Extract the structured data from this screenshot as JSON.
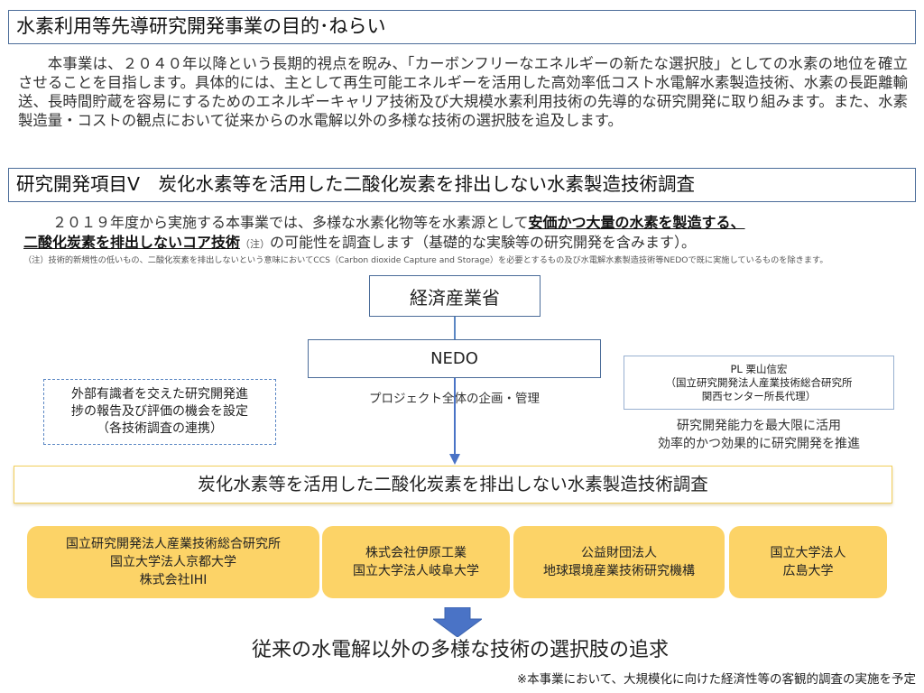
{
  "section1": {
    "title": "水素利用等先導研究開発事業の目的･ねらい",
    "paragraph": "本事業は、２０４０年以降という長期的視点を睨み、「カーボンフリーなエネルギーの新たな選択肢」としての水素の地位を確立させることを目指します。具体的には、主として再生可能エネルギーを活用した高効率低コスト水電解水素製造技術、水素の長距離輸送、長時間貯蔵を容易にするためのエネルギーキャリア技術及び大規模水素利用技術の先導的な研究開発に取り組みます。また、水素製造量・コストの観点において従来からの水電解以外の多様な技術の選択肢を追及します。"
  },
  "section2": {
    "title": "研究開発項目Ⅴ　炭化水素等を活用した二酸化炭素を排出しない水素製造技術調査",
    "para_line1_plain": "２０１９年度から実施する本事業では、多様な水素化物等を水素源として",
    "para_line1_emph": "安価かつ大量の水素を製造する、",
    "para_line2_emph": "二酸化炭素を排出しないコア技術",
    "para_note_mark": "（注）",
    "para_line2_plain": "の可能性を調査します（基礎的な実験等の研究開発を含みます）。",
    "footnote": "（注）技術的新規性の低いもの、二酸化炭素を排出しないという意味においてCCS（Carbon dioxide Capture and Storage）を必要とするもの及び水電解水素製造技術等NEDOで既に実施しているものを除きます。"
  },
  "diagram": {
    "ministry": "経済産業省",
    "nedo": "NEDO",
    "nedo_caption": "プロジェクト全体の企画・管理",
    "left_box": [
      "外部有識者を交えた研究開発進",
      "捗の報告及び評価の機会を設定",
      "（各技術調査の連携）"
    ],
    "pl_box": [
      "PL 栗山信宏",
      "（国立研究開発法人産業技術総合研究所",
      "関西センター所長代理）"
    ],
    "pl_caption": [
      "研究開発能力を最大限に活用",
      "効率的かつ効果的に研究開発を推進"
    ],
    "project_title": "炭化水素等を活用した二酸化炭素を排出しない水素製造技術調査",
    "orgs": [
      [
        "国立研究開発法人産業技術総合研究所",
        "国立大学法人京都大学",
        "株式会社IHI"
      ],
      [
        "株式会社伊原工業",
        "国立大学法人岐阜大学"
      ],
      [
        "公益財団法人",
        "地球環境産業技術研究機構"
      ],
      [
        "国立大学法人",
        "広島大学"
      ]
    ],
    "conclusion": "従来の水電解以外の多様な技術の選択肢の追求",
    "bottom_note": "※本事業において、大規模化に向けた経済性等の客観的調査の実施を予定"
  },
  "colors": {
    "box_border": "#4b6c99",
    "org_fill": "#fcd367",
    "arrow": "#4a73c6",
    "project_border": "#f2cf5b"
  }
}
